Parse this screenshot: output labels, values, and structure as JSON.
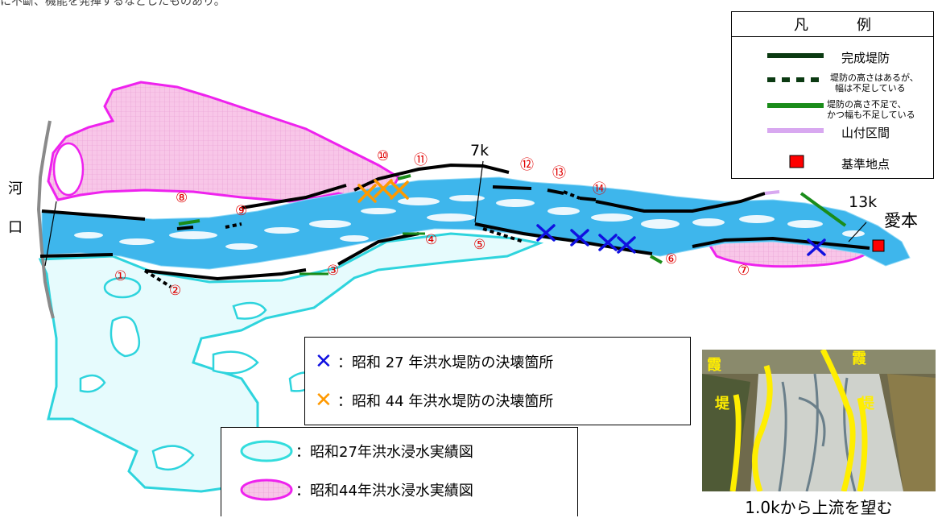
{
  "top_text": "に不斷、機能を発揮するなどしたものあり。",
  "map": {
    "kakou_char1": "河",
    "kakou_char2": "口",
    "km_7": "7k",
    "km_13": "13k",
    "base_point": "愛本",
    "markers": [
      "①",
      "②",
      "③",
      "④",
      "⑤",
      "⑥",
      "⑦",
      "⑧",
      "⑨",
      "⑩",
      "⑪",
      "⑫",
      "⑬",
      "⑭"
    ]
  },
  "legend": {
    "header_left": "凡",
    "header_right": "例",
    "items": [
      {
        "label": "完成堤防",
        "color": "#0b3a12"
      },
      {
        "label_line1": "堤防の高さはあるが、",
        "label_line2": "幅は不足している",
        "color": "#0b3a12"
      },
      {
        "label_line1": "堤防の高さ不足で、",
        "label_line2": "かつ幅も不足している",
        "color": "#1a8c1a"
      },
      {
        "label": "山付区間",
        "color": "#d8a8f0"
      },
      {
        "label": "基準地点",
        "color": "#ff0000"
      }
    ]
  },
  "breach_legend": {
    "s27": {
      "label": "：昭和 27 年洪水堤防の決壊箇所",
      "color": "#1010e0"
    },
    "s44": {
      "label": "：昭和 44 年洪水堤防の決壊箇所",
      "color": "#ff9900"
    }
  },
  "flood_legend": {
    "s27": {
      "label": "：昭和27年洪水浸水実績図",
      "color": "#33dddd"
    },
    "s44": {
      "label": "：昭和44年洪水浸水実績図",
      "color": "#ee22ee"
    }
  },
  "photo": {
    "caption": "1.0kから上流を望む",
    "kasumi_char1": "霞",
    "kasumi_char2": "堤"
  }
}
